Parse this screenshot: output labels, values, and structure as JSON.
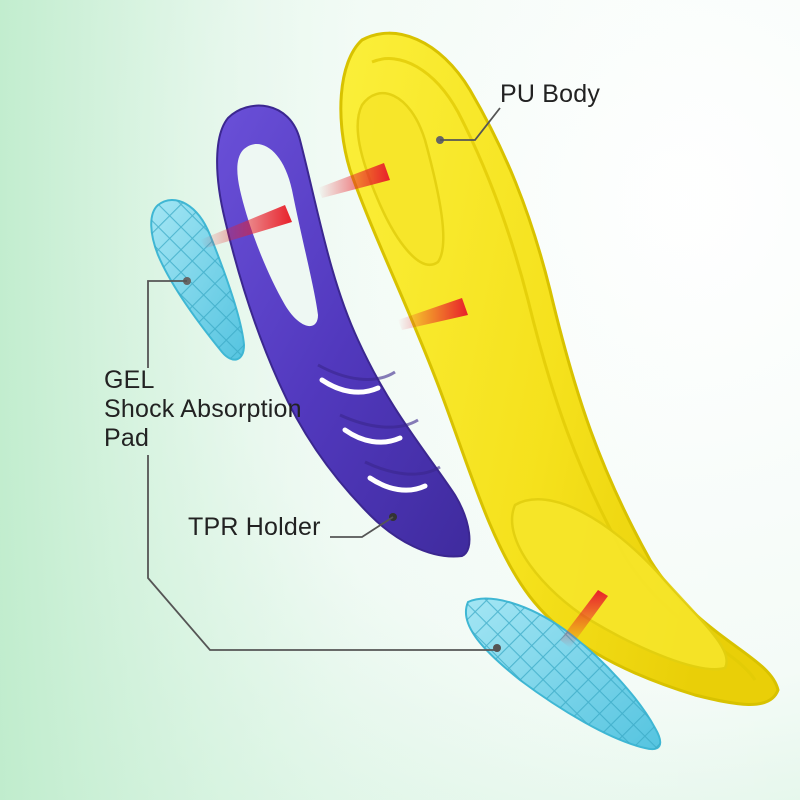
{
  "labels": {
    "pu_body": "PU Body",
    "gel_pad": [
      "GEL",
      "Shock Absorption",
      "Pad"
    ],
    "tpr_holder": "TPR Holder"
  },
  "colors": {
    "background_light": "#ffffff",
    "background_mint": "#c9f0d6",
    "pu_body": "#f5e61e",
    "pu_body_edge": "#d9c400",
    "tpr_holder": "#5b3fc4",
    "tpr_holder_dark": "#3e2a94",
    "gel_pad": "#7fd8ec",
    "gel_pad_edge": "#3fb7d4",
    "pointer_red": "#e8202a",
    "leader_line": "#555555"
  }
}
